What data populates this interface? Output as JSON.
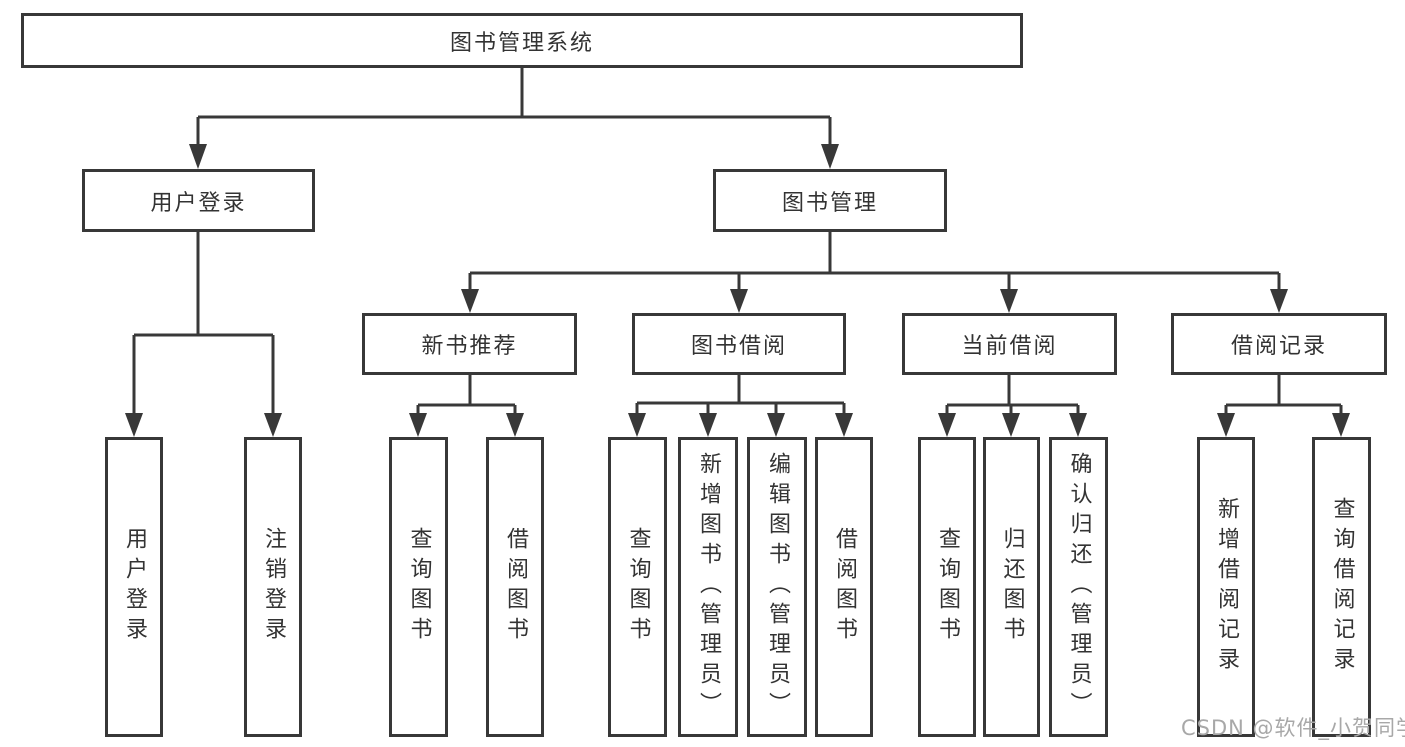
{
  "colors": {
    "line": "#383838",
    "text": "#333333",
    "watermark": "#a8a8a8",
    "background": "#ffffff"
  },
  "watermark": {
    "text": "CSDN @软件_小贺同学"
  },
  "tree": {
    "label": "图书管理系统",
    "children": [
      {
        "label": "用户登录",
        "children": [
          {
            "label": "用户登录"
          },
          {
            "label": "注销登录"
          }
        ]
      },
      {
        "label": "图书管理",
        "children": [
          {
            "label": "新书推荐",
            "children": [
              {
                "label": "查询图书"
              },
              {
                "label": "借阅图书"
              }
            ]
          },
          {
            "label": "图书借阅",
            "children": [
              {
                "label": "查询图书"
              },
              {
                "label": "新增图书（管理员）"
              },
              {
                "label": "编辑图书（管理员）"
              },
              {
                "label": "借阅图书"
              }
            ]
          },
          {
            "label": "当前借阅",
            "children": [
              {
                "label": "查询图书"
              },
              {
                "label": "归还图书"
              },
              {
                "label": "确认归还（管理员）"
              }
            ]
          },
          {
            "label": "借阅记录",
            "children": [
              {
                "label": "新增借阅记录"
              },
              {
                "label": "查询借阅记录"
              }
            ]
          }
        ]
      }
    ]
  }
}
